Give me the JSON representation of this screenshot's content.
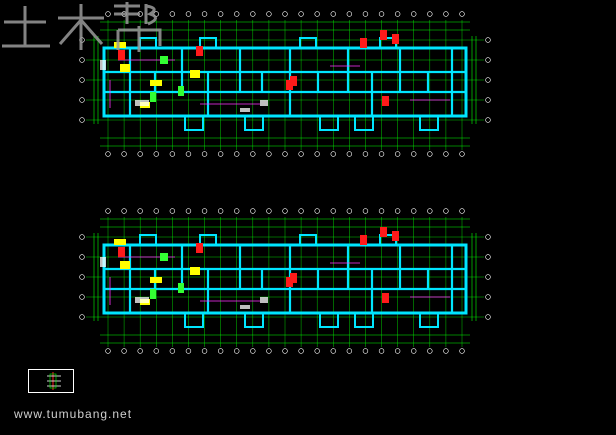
{
  "app": {
    "window_title": "",
    "background_color": "#000000"
  },
  "colors": {
    "axis_grid": "#00ff00",
    "walls": "#00e5ff",
    "columns_red": "#ff1a1a",
    "hatch_yellow": "#ffff00",
    "hatch_green": "#33ff33",
    "hatch_magenta": "#ff33ff",
    "hatch_white": "#ffffff",
    "text_white": "#ffffff"
  },
  "drawings": [
    {
      "id": "plan-upper",
      "title": "",
      "notes": [
        "",
        ""
      ]
    },
    {
      "id": "plan-lower",
      "title": "",
      "notes": [
        "",
        "",
        ""
      ]
    }
  ],
  "watermark": {
    "logo_text": "土木帮",
    "url": "www.tumubang.net"
  },
  "legend": {
    "label": ""
  }
}
